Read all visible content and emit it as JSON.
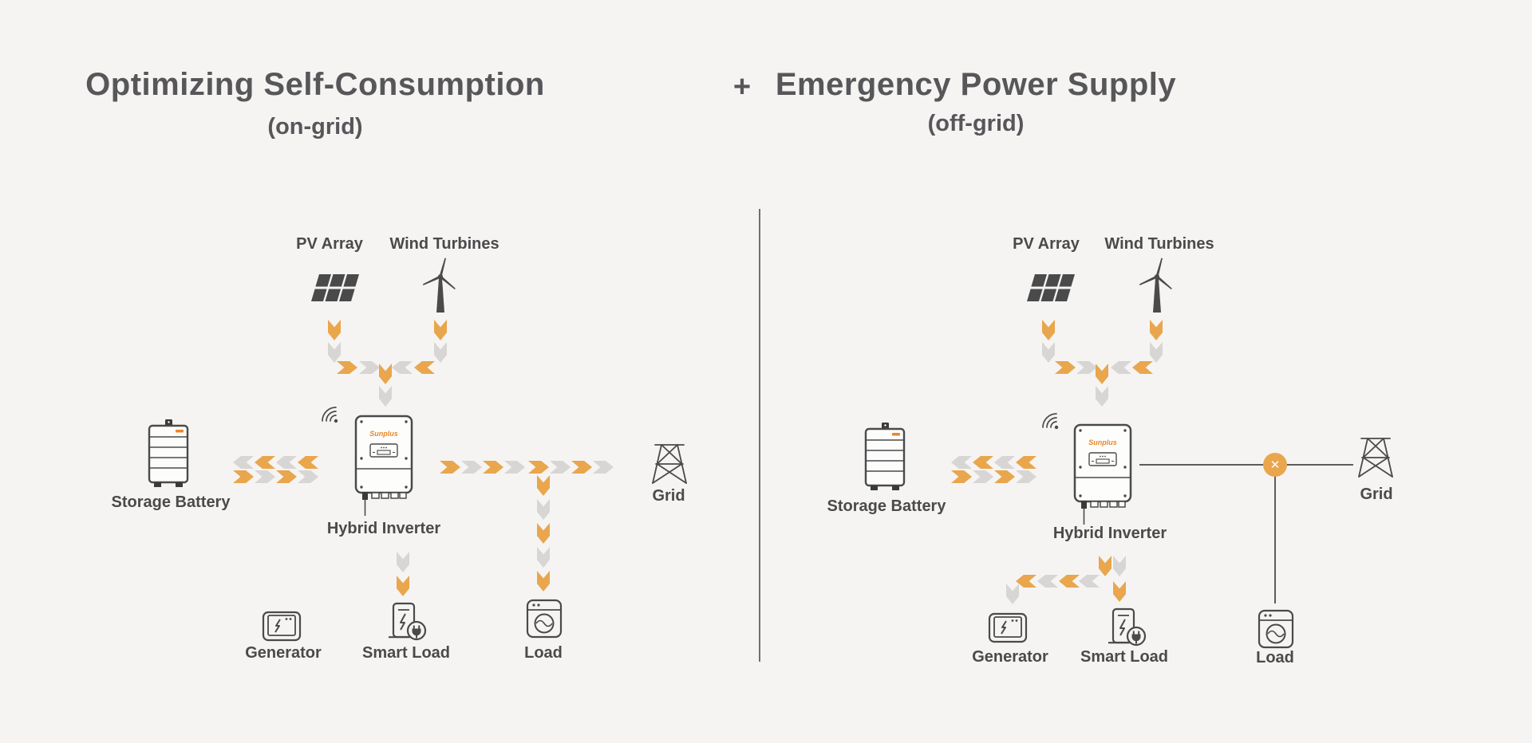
{
  "header": {
    "left": {
      "title": "Optimizing Self-Consumption",
      "subtitle": "(on-grid)"
    },
    "separator": "+",
    "right": {
      "title": "Emergency Power Supply",
      "subtitle": "(off-grid)"
    }
  },
  "diagrams": {
    "left": {
      "mode": "on-grid",
      "labels": {
        "pv": "PV Array",
        "wind": "Wind Turbines",
        "battery": "Storage Battery",
        "inverter": "Hybrid Inverter",
        "grid": "Grid",
        "generator": "Generator",
        "smart_load": "Smart Load",
        "load": "Load"
      },
      "inverter_brand": "Sunplus"
    },
    "right": {
      "mode": "off-grid",
      "labels": {
        "pv": "PV Array",
        "wind": "Wind Turbines",
        "battery": "Storage Battery",
        "inverter": "Hybrid Inverter",
        "grid": "Grid",
        "generator": "Generator",
        "smart_load": "Smart Load",
        "load": "Load"
      },
      "inverter_brand": "Sunplus",
      "grid_status": "disconnected",
      "grid_status_symbol": "✕"
    }
  },
  "colors": {
    "background": "#f5f4f3",
    "flow_orange": "#E9A64C",
    "flow_gray": "#D7D6D4",
    "icon_dark": "#4A4A4B",
    "text_dark": "#57575A"
  }
}
